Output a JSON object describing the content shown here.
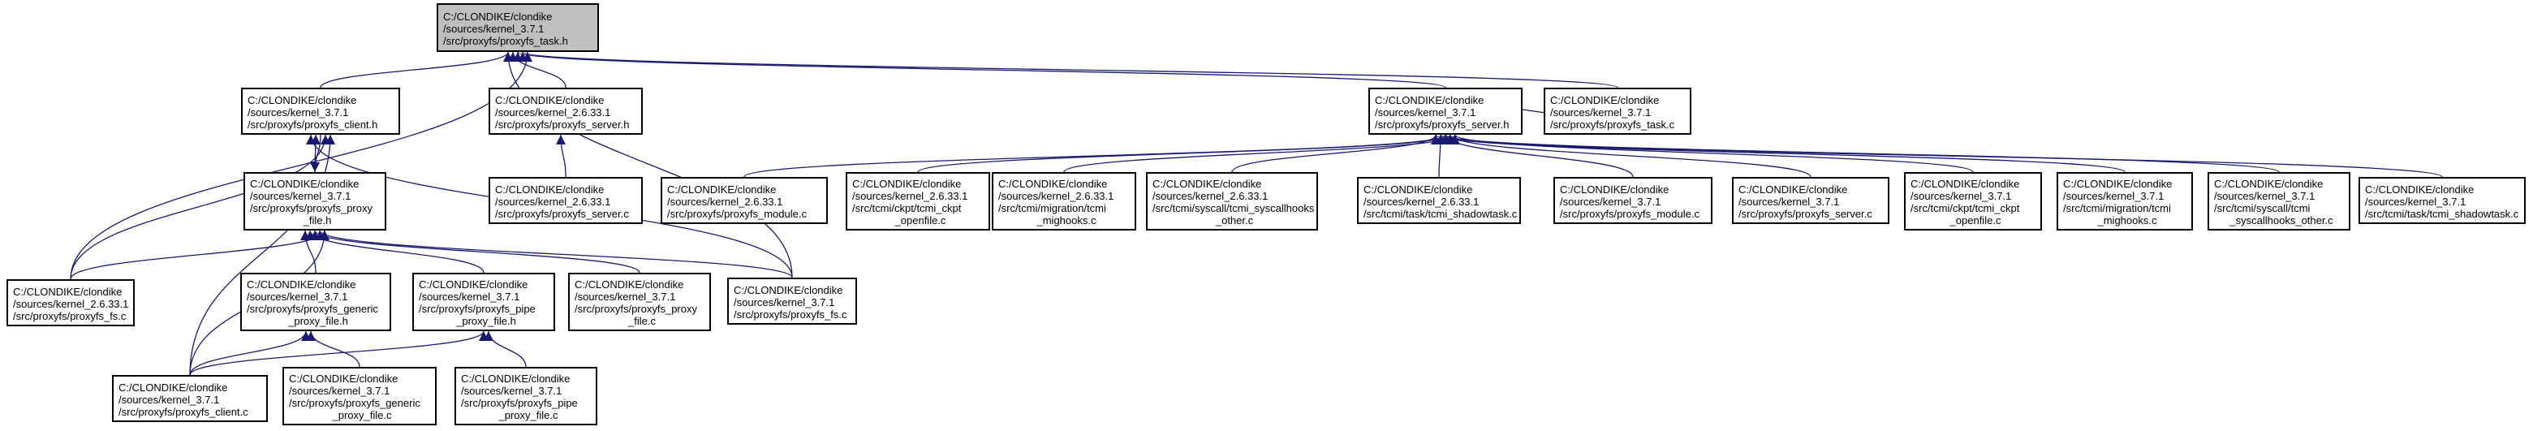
{
  "nodes": {
    "task_h": {
      "lines": [
        "C:/CLONDIKE/clondike",
        "/sources/kernel_3.7.1",
        "/src/proxyfs/proxyfs_task.h"
      ],
      "root": true
    },
    "client_h": {
      "lines": [
        "C:/CLONDIKE/clondike",
        "/sources/kernel_3.7.1",
        "/src/proxyfs/proxyfs_client.h"
      ]
    },
    "server_h_2633": {
      "lines": [
        "C:/CLONDIKE/clondike",
        "/sources/kernel_2.6.33.1",
        "/src/proxyfs/proxyfs_server.h"
      ]
    },
    "server_h_371": {
      "lines": [
        "C:/CLONDIKE/clondike",
        "/sources/kernel_3.7.1",
        "/src/proxyfs/proxyfs_server.h"
      ]
    },
    "task_c_371": {
      "lines": [
        "C:/CLONDIKE/clondike",
        "/sources/kernel_3.7.1",
        "/src/proxyfs/proxyfs_task.c"
      ]
    },
    "proxy_file_h": {
      "lines": [
        "C:/CLONDIKE/clondike",
        "/sources/kernel_3.7.1",
        "/src/proxyfs/proxyfs_proxy",
        "_file.h"
      ],
      "center_last": true
    },
    "server_c_2633": {
      "lines": [
        "C:/CLONDIKE/clondike",
        "/sources/kernel_2.6.33.1",
        "/src/proxyfs/proxyfs_server.c"
      ]
    },
    "module_c_2633": {
      "lines": [
        "C:/CLONDIKE/clondike",
        "/sources/kernel_2.6.33.1",
        "/src/proxyfs/proxyfs_module.c"
      ]
    },
    "tcmi_ckpt_2633": {
      "lines": [
        "C:/CLONDIKE/clondike",
        "/sources/kernel_2.6.33.1",
        "/src/tcmi/ckpt/tcmi_ckpt",
        "_openfile.c"
      ],
      "center_last": true
    },
    "tcmi_mighooks_2633": {
      "lines": [
        "C:/CLONDIKE/clondike",
        "/sources/kernel_2.6.33.1",
        "/src/tcmi/migration/tcmi",
        "_mighooks.c"
      ],
      "center_last": true
    },
    "tcmi_syscall_2633": {
      "lines": [
        "C:/CLONDIKE/clondike",
        "/sources/kernel_2.6.33.1",
        "/src/tcmi/syscall/tcmi_syscallhooks",
        "_other.c"
      ],
      "center_last": true
    },
    "tcmi_shadow_2633": {
      "lines": [
        "C:/CLONDIKE/clondike",
        "/sources/kernel_2.6.33.1",
        "/src/tcmi/task/tcmi_shadowtask.c"
      ]
    },
    "module_c_371": {
      "lines": [
        "C:/CLONDIKE/clondike",
        "/sources/kernel_3.7.1",
        "/src/proxyfs/proxyfs_module.c"
      ]
    },
    "server_c_371": {
      "lines": [
        "C:/CLONDIKE/clondike",
        "/sources/kernel_3.7.1",
        "/src/proxyfs/proxyfs_server.c"
      ]
    },
    "tcmi_ckpt_371": {
      "lines": [
        "C:/CLONDIKE/clondike",
        "/sources/kernel_3.7.1",
        "/src/tcmi/ckpt/tcmi_ckpt",
        "_openfile.c"
      ],
      "center_last": true
    },
    "tcmi_mighooks_371": {
      "lines": [
        "C:/CLONDIKE/clondike",
        "/sources/kernel_3.7.1",
        "/src/tcmi/migration/tcmi",
        "_mighooks.c"
      ],
      "center_last": true
    },
    "tcmi_syscall_371": {
      "lines": [
        "C:/CLONDIKE/clondike",
        "/sources/kernel_3.7.1",
        "/src/tcmi/syscall/tcmi",
        "_syscallhooks_other.c"
      ],
      "center_last": true
    },
    "tcmi_shadow_371": {
      "lines": [
        "C:/CLONDIKE/clondike",
        "/sources/kernel_3.7.1",
        "/src/tcmi/task/tcmi_shadowtask.c"
      ]
    },
    "fs_c_2633": {
      "lines": [
        "C:/CLONDIKE/clondike",
        "/sources/kernel_2.6.33.1",
        "/src/proxyfs/proxyfs_fs.c"
      ]
    },
    "generic_h": {
      "lines": [
        "C:/CLONDIKE/clondike",
        "/sources/kernel_3.7.1",
        "/src/proxyfs/proxyfs_generic",
        "_proxy_file.h"
      ],
      "center_last": true
    },
    "pipe_h": {
      "lines": [
        "C:/CLONDIKE/clondike",
        "/sources/kernel_3.7.1",
        "/src/proxyfs/proxyfs_pipe",
        "_proxy_file.h"
      ],
      "center_last": true
    },
    "proxy_file_c": {
      "lines": [
        "C:/CLONDIKE/clondike",
        "/sources/kernel_3.7.1",
        "/src/proxyfs/proxyfs_proxy",
        "_file.c"
      ],
      "center_last": true
    },
    "fs_c_371": {
      "lines": [
        "C:/CLONDIKE/clondike",
        "/sources/kernel_3.7.1",
        "/src/proxyfs/proxyfs_fs.c"
      ]
    },
    "client_c": {
      "lines": [
        "C:/CLONDIKE/clondike",
        "/sources/kernel_3.7.1",
        "/src/proxyfs/proxyfs_client.c"
      ]
    },
    "generic_c": {
      "lines": [
        "C:/CLONDIKE/clondike",
        "/sources/kernel_3.7.1",
        "/src/proxyfs/proxyfs_generic",
        "_proxy_file.c"
      ],
      "center_last": true
    },
    "pipe_c": {
      "lines": [
        "C:/CLONDIKE/clondike",
        "/sources/kernel_3.7.1",
        "/src/proxyfs/proxyfs_pipe",
        "_proxy_file.c"
      ],
      "center_last": true
    }
  },
  "edges": [
    [
      "client_h",
      "task_h"
    ],
    [
      "server_h_2633",
      "task_h"
    ],
    [
      "server_h_371",
      "task_h"
    ],
    [
      "task_c_371",
      "task_h"
    ],
    [
      "fs_c_2633",
      "task_h"
    ],
    [
      "fs_c_371",
      "task_h"
    ],
    [
      "proxy_file_h",
      "client_h"
    ],
    [
      "client_h",
      "proxy_file_h"
    ],
    [
      "fs_c_2633",
      "client_h"
    ],
    [
      "client_c",
      "client_h"
    ],
    [
      "fs_c_371",
      "client_h"
    ],
    [
      "server_c_2633",
      "server_h_2633"
    ],
    [
      "module_c_2633",
      "server_h_371"
    ],
    [
      "tcmi_ckpt_2633",
      "server_h_371"
    ],
    [
      "tcmi_mighooks_2633",
      "server_h_371"
    ],
    [
      "tcmi_syscall_2633",
      "server_h_371"
    ],
    [
      "tcmi_shadow_2633",
      "server_h_371"
    ],
    [
      "module_c_371",
      "server_h_371"
    ],
    [
      "server_c_371",
      "server_h_371"
    ],
    [
      "tcmi_ckpt_371",
      "server_h_371"
    ],
    [
      "tcmi_mighooks_371",
      "server_h_371"
    ],
    [
      "tcmi_syscall_371",
      "server_h_371"
    ],
    [
      "tcmi_shadow_371",
      "server_h_371"
    ],
    [
      "task_c_371",
      "server_h_371"
    ],
    [
      "fs_c_2633",
      "proxy_file_h"
    ],
    [
      "generic_h",
      "proxy_file_h"
    ],
    [
      "pipe_h",
      "proxy_file_h"
    ],
    [
      "proxy_file_c",
      "proxy_file_h"
    ],
    [
      "fs_c_371",
      "proxy_file_h"
    ],
    [
      "client_c",
      "proxy_file_h"
    ],
    [
      "client_c",
      "generic_h"
    ],
    [
      "generic_c",
      "generic_h"
    ],
    [
      "client_c",
      "pipe_h"
    ],
    [
      "pipe_c",
      "pipe_h"
    ]
  ]
}
